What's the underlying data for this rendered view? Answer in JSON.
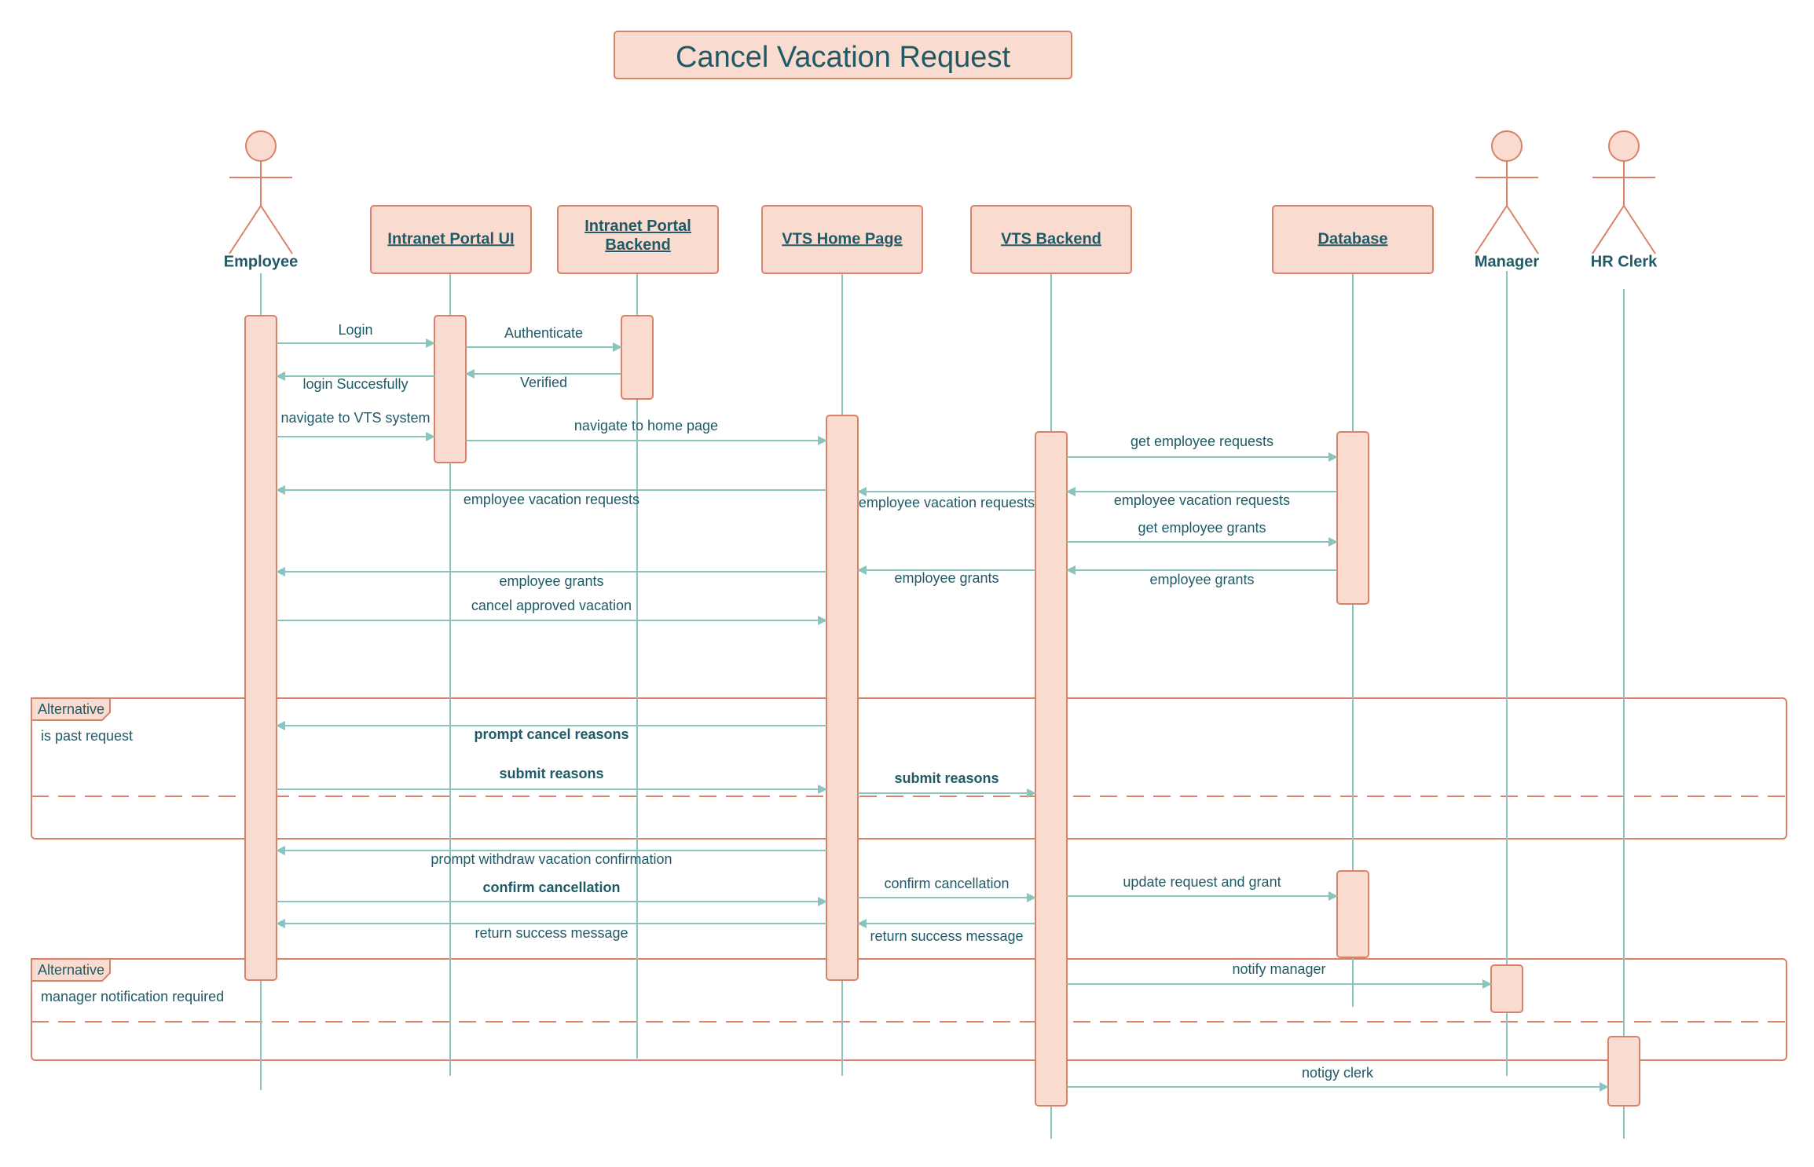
{
  "title": "Cancel Vacation Request",
  "colors": {
    "box_fill": "#f9dccf",
    "box_stroke": "#d9826a",
    "line": "#8cc3bd",
    "text": "#1f5a66"
  },
  "participants": [
    {
      "id": "employee",
      "label": "Employee",
      "kind": "actor",
      "icon": "actor-stick-figure-icon"
    },
    {
      "id": "portal_ui",
      "label": "Intranet Portal UI",
      "kind": "object"
    },
    {
      "id": "portal_backend",
      "label": "Intranet Portal Backend",
      "kind": "object"
    },
    {
      "id": "vts_home",
      "label": "VTS Home Page",
      "kind": "object"
    },
    {
      "id": "vts_backend",
      "label": "VTS Backend",
      "kind": "object"
    },
    {
      "id": "database",
      "label": "Database",
      "kind": "object"
    },
    {
      "id": "manager",
      "label": "Manager",
      "kind": "actor",
      "icon": "actor-stick-figure-icon"
    },
    {
      "id": "hr_clerk",
      "label": "HR Clerk",
      "kind": "actor",
      "icon": "actor-stick-figure-icon"
    }
  ],
  "messages": [
    {
      "from": "employee",
      "to": "portal_ui",
      "label": "Login",
      "bold": false
    },
    {
      "from": "portal_ui",
      "to": "portal_backend",
      "label": "Authenticate",
      "bold": false
    },
    {
      "from": "portal_backend",
      "to": "portal_ui",
      "label": "Verified",
      "bold": false
    },
    {
      "from": "portal_ui",
      "to": "employee",
      "label": "login Succesfully",
      "bold": false
    },
    {
      "from": "employee",
      "to": "portal_ui",
      "label": "navigate to VTS system",
      "bold": false
    },
    {
      "from": "portal_ui",
      "to": "vts_home",
      "label": "navigate to home page",
      "bold": false
    },
    {
      "from": "vts_backend",
      "to": "database",
      "label": "get employee requests",
      "bold": false
    },
    {
      "from": "database",
      "to": "vts_backend",
      "label": "employee vacation requests",
      "bold": false
    },
    {
      "from": "vts_backend",
      "to": "vts_home",
      "label": "employee vacation requests",
      "bold": false
    },
    {
      "from": "vts_home",
      "to": "employee",
      "label": "employee vacation requests",
      "bold": false
    },
    {
      "from": "vts_backend",
      "to": "database",
      "label": "get employee grants",
      "bold": false
    },
    {
      "from": "database",
      "to": "vts_backend",
      "label": "employee grants",
      "bold": false
    },
    {
      "from": "vts_backend",
      "to": "vts_home",
      "label": "employee grants",
      "bold": false
    },
    {
      "from": "vts_home",
      "to": "employee",
      "label": "employee grants",
      "bold": false
    },
    {
      "from": "employee",
      "to": "vts_home",
      "label": "cancel approved vacation",
      "bold": false
    },
    {
      "from": "vts_home",
      "to": "employee",
      "label": "prompt cancel reasons",
      "bold": true
    },
    {
      "from": "employee",
      "to": "vts_home",
      "label": "submit reasons",
      "bold": true
    },
    {
      "from": "vts_home",
      "to": "vts_backend",
      "label": "submit reasons",
      "bold": true
    },
    {
      "from": "vts_home",
      "to": "employee",
      "label": "prompt withdraw vacation confirmation",
      "bold": false
    },
    {
      "from": "employee",
      "to": "vts_home",
      "label": "confirm cancellation",
      "bold": true
    },
    {
      "from": "vts_home",
      "to": "vts_backend",
      "label": "confirm cancellation",
      "bold": false
    },
    {
      "from": "vts_backend",
      "to": "database",
      "label": "update request and grant",
      "bold": false
    },
    {
      "from": "vts_backend",
      "to": "vts_home",
      "label": "return success message",
      "bold": false
    },
    {
      "from": "vts_home",
      "to": "employee",
      "label": "return success message",
      "bold": false
    },
    {
      "from": "vts_backend",
      "to": "manager",
      "label": "notify manager",
      "bold": false
    },
    {
      "from": "vts_backend",
      "to": "hr_clerk",
      "label": "notigy clerk",
      "bold": false
    }
  ],
  "fragments": [
    {
      "tag": "Alternative",
      "condition": "is past request"
    },
    {
      "tag": "Alternative",
      "condition": "manager notification required"
    }
  ]
}
